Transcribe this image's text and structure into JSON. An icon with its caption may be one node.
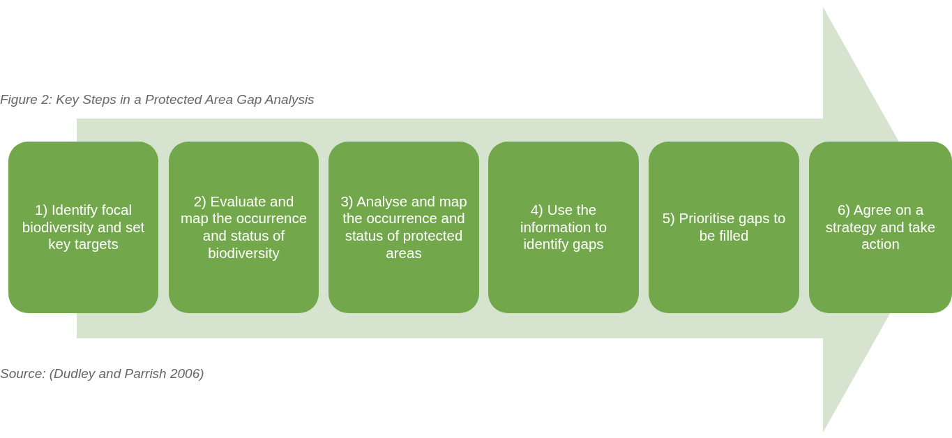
{
  "diagram": {
    "title": "Figure 2: Key Steps in a Protected Area Gap Analysis",
    "caption": "Source: (Dudley and Parrish 2006)",
    "nodes": [
      {
        "text": [
          "1) Identify focal biodiversity and set key targets"
        ]
      },
      {
        "text": [
          "2) Evaluate and map the occurrence and status of biodiversity"
        ]
      },
      {
        "text": [
          "3) Analyse and map the occurrence and status of protected areas"
        ]
      },
      {
        "text": [
          "4) Use the information to identify gaps"
        ]
      },
      {
        "text": [
          "5) Prioritise gaps to be filled"
        ]
      },
      {
        "text": [
          "6) Agree on a strategy and take action"
        ]
      }
    ]
  }
}
